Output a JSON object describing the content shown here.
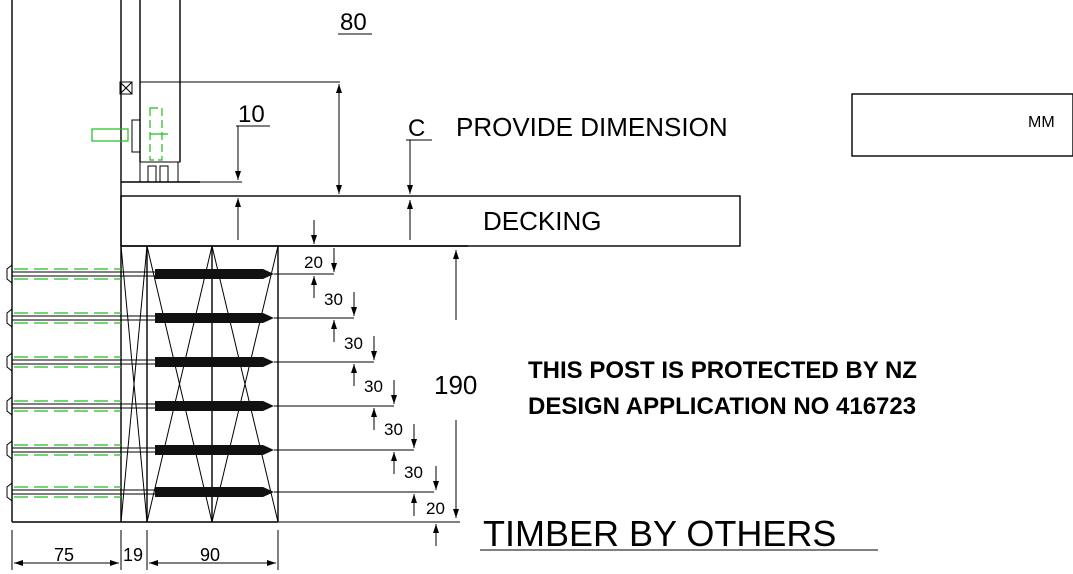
{
  "labels": {
    "dim_80": "80",
    "dim_10": "10",
    "dim_c": "C",
    "provide_dimension": "PROVIDE DIMENSION",
    "unit_box": "MM",
    "decking": "DECKING",
    "dim_190": "190",
    "notice_line1": "THIS POST IS PROTECTED BY NZ",
    "notice_line2": "DESIGN APPLICATION NO 416723",
    "timber_by_others": "TIMBER BY OTHERS",
    "bottom_75": "75",
    "bottom_19": "19",
    "bottom_90": "90"
  },
  "screw_spacing": [
    "20",
    "30",
    "30",
    "30",
    "30",
    "30",
    "20"
  ],
  "colors": {
    "lines": "#000000",
    "bracket": "#1fbf1f"
  }
}
